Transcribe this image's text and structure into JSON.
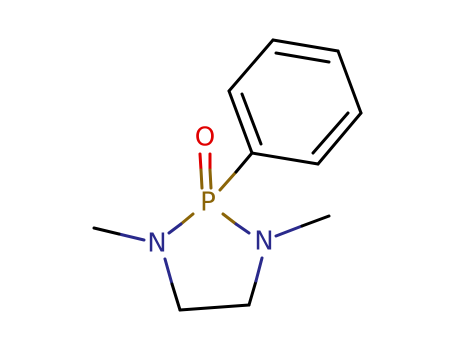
{
  "diagram": {
    "atoms": {
      "oxygen": {
        "symbol": "O",
        "color": "#e00000"
      },
      "phosphorus": {
        "symbol": "P",
        "color": "#8b6508"
      },
      "nitrogen_left": {
        "symbol": "N",
        "color": "#2a2a8c"
      },
      "nitrogen_right": {
        "symbol": "N",
        "color": "#2a2a8c"
      }
    },
    "colors": {
      "carbon_bond": "#000000",
      "oxygen": "#e00000",
      "phosphorus": "#8b6508",
      "nitrogen": "#2a2a8c"
    }
  }
}
